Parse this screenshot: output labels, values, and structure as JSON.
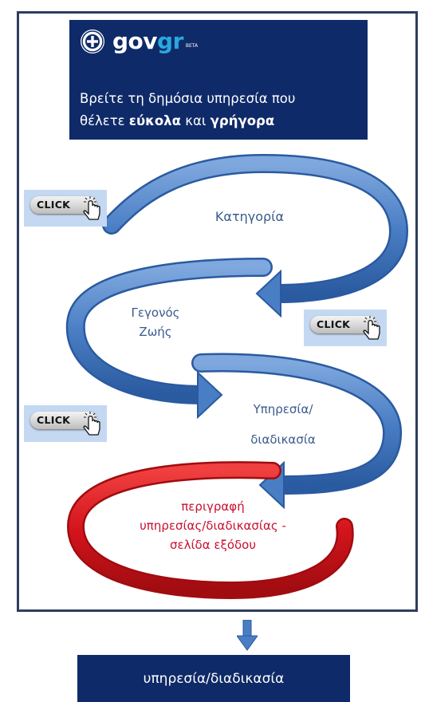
{
  "header": {
    "brand_main": "gov",
    "brand_accent": "gr",
    "beta": "BETA",
    "tagline_line1": "Βρείτε τη δημόσια υπηρεσία που",
    "tagline_line2_plain1": "θέλετε ",
    "tagline_line2_bold1": "εύκολα",
    "tagline_line2_plain2": " και ",
    "tagline_line2_bold2": "γρήγορα"
  },
  "steps": {
    "category": "Κατηγορία",
    "life_event_line1": "Γεγονός",
    "life_event_line2": "Ζωής",
    "service_line1": "Υπηρεσία/",
    "service_line2": "διαδικασία",
    "final_line1": "περιγραφή",
    "final_line2": "υπηρεσίας/διαδικασίας  -",
    "final_line3": "σελίδα εξόδου"
  },
  "click_buttons": {
    "label": "CLICK"
  },
  "result": {
    "label": "υπηρεσία/διαδικασία"
  },
  "colors": {
    "navy": "#0f2a68",
    "loop_blue": "#4a7ec4",
    "loop_red": "#d4141c",
    "label_blue": "#3a5a8e",
    "label_red": "#c8102e",
    "click_bg": "#c4d8f2"
  }
}
